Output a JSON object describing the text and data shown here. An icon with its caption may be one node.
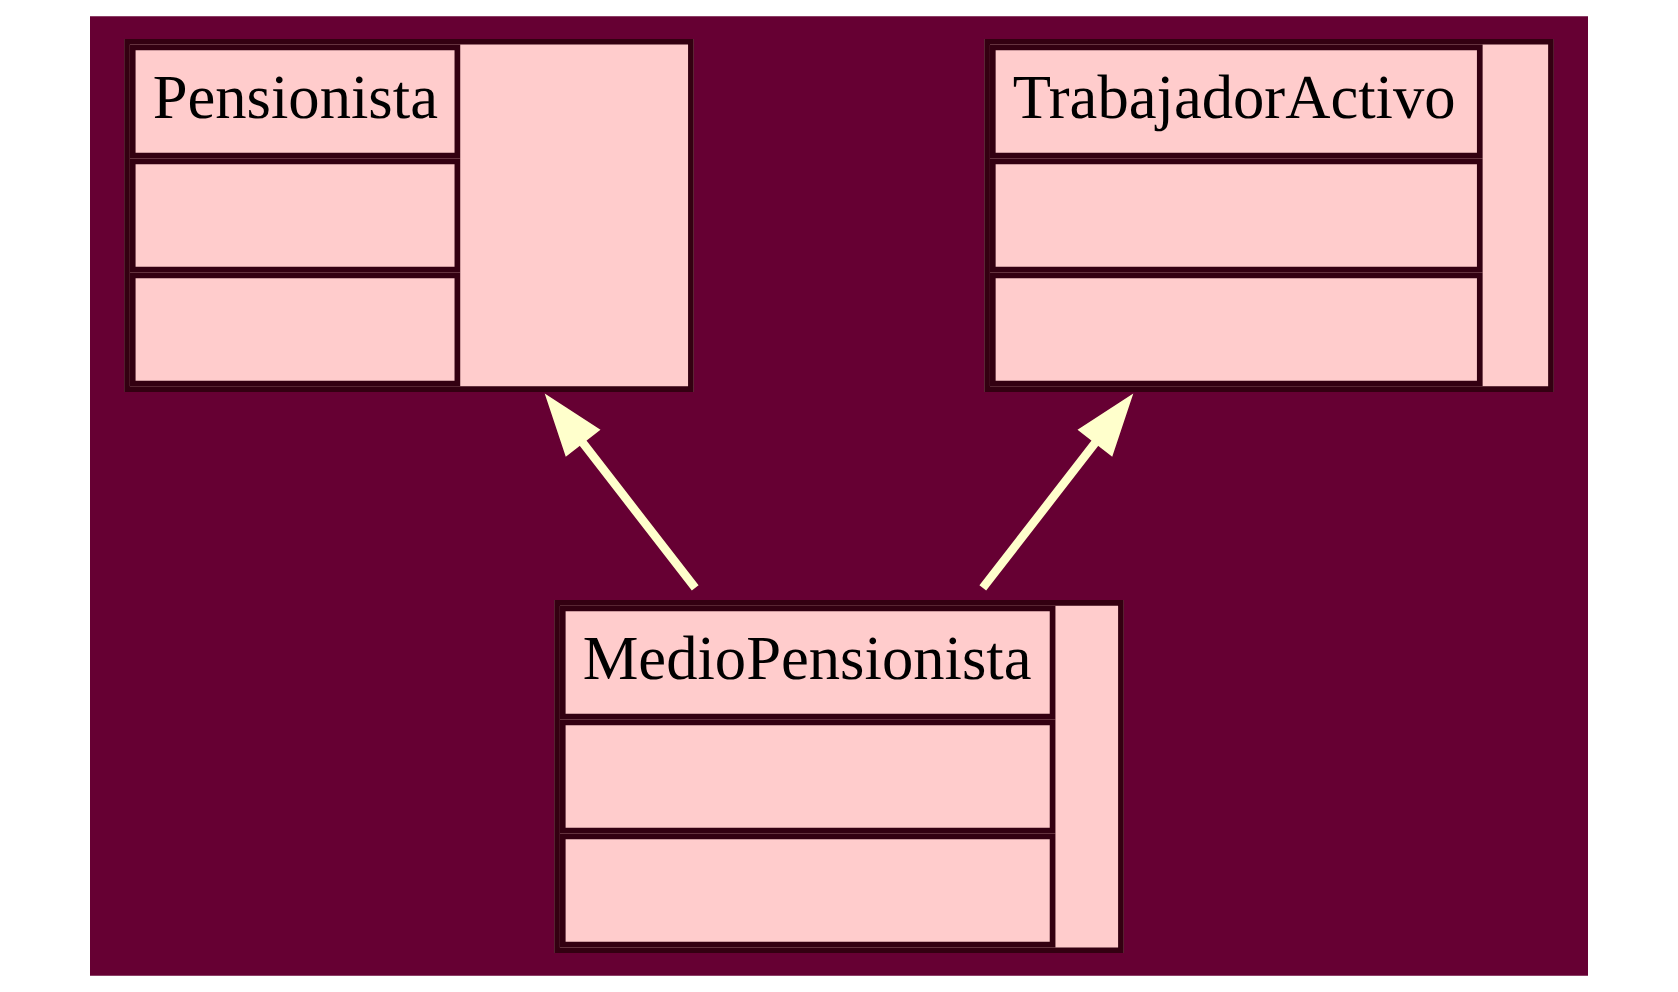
{
  "diagram": {
    "nodes": [
      {
        "text": [
          "Pensionista"
        ]
      },
      {
        "text": [
          "TrabajadorActivo"
        ]
      },
      {
        "text": [
          "MedioPensionista"
        ]
      }
    ],
    "edges": [
      {
        "from": 2,
        "to": 0,
        "arrow": "to"
      },
      {
        "from": 2,
        "to": 1,
        "arrow": "to"
      }
    ]
  }
}
